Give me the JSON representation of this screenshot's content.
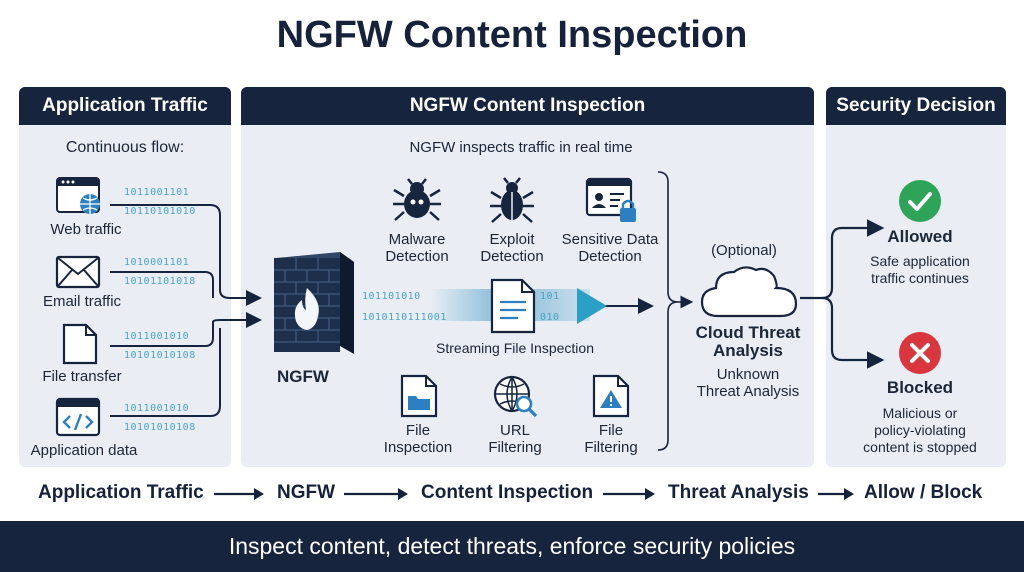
{
  "title": "NGFW Content Inspection",
  "panels": {
    "app_traffic": {
      "header": "Application Traffic",
      "subtitle": "Continuous flow:",
      "items": [
        {
          "label": "Web traffic",
          "icon": "browser-globe-icon",
          "bits": [
            "1011001101",
            "10110101010"
          ]
        },
        {
          "label": "Email traffic",
          "icon": "envelope-icon",
          "bits": [
            "1010001101",
            "10101101018"
          ]
        },
        {
          "label": "File transfer",
          "icon": "document-icon",
          "bits": [
            "1011001010",
            "10101010108"
          ]
        },
        {
          "label": "Application data",
          "icon": "code-window-icon",
          "bits": [
            "1011001010",
            "10101010108"
          ]
        }
      ]
    },
    "inspection": {
      "header": "NGFW Content Inspection",
      "subtitle": "NGFW inspects traffic in real time",
      "firewall_label": "NGFW",
      "top_engines": [
        {
          "label": "Malware Detection",
          "line1": "Malware",
          "line2": "Detection",
          "icon": "virus-bug-icon"
        },
        {
          "label": "Exploit Detection",
          "line1": "Exploit",
          "line2": "Detection",
          "icon": "beetle-icon"
        },
        {
          "label": "Sensitive Data Detection",
          "line1": "Sensitive Data",
          "line2": "Detection",
          "icon": "id-card-lock-icon"
        }
      ],
      "stream_bits": [
        "101101010",
        "1010110111001"
      ],
      "stream_bits_right": [
        "101",
        "010"
      ],
      "stream_label": "Streaming File Inspection",
      "bottom_engines": [
        {
          "line1": "File",
          "line2": "Inspection",
          "icon": "folder-document-icon"
        },
        {
          "line1": "URL",
          "line2": "Filtering",
          "icon": "globe-magnifier-icon"
        },
        {
          "line1": "File",
          "line2": "Filtering",
          "icon": "document-alert-icon"
        }
      ],
      "cloud_optional": "(Optional)",
      "cloud_title_1": "Cloud Threat",
      "cloud_title_2": "Analysis",
      "cloud_sub_1": "Unknown",
      "cloud_sub_2": "Threat Analysis"
    },
    "decision": {
      "header": "Security Decision",
      "allowed_title": "Allowed",
      "allowed_line1": "Safe application",
      "allowed_line2": "traffic continues",
      "blocked_title": "Blocked",
      "blocked_line1": "Malicious or",
      "blocked_line2": "policy-violating",
      "blocked_line3": "content is stopped"
    }
  },
  "flow": [
    "Application Traffic",
    "NGFW",
    "Content Inspection",
    "Threat Analysis",
    "Allow / Block"
  ],
  "footer": "Inspect content, detect threats, enforce security policies",
  "colors": {
    "navy": "#17243d",
    "panel": "#eaeef4",
    "accent": "#2c8fbf",
    "allowed": "#2da457",
    "blocked": "#d9363e"
  }
}
